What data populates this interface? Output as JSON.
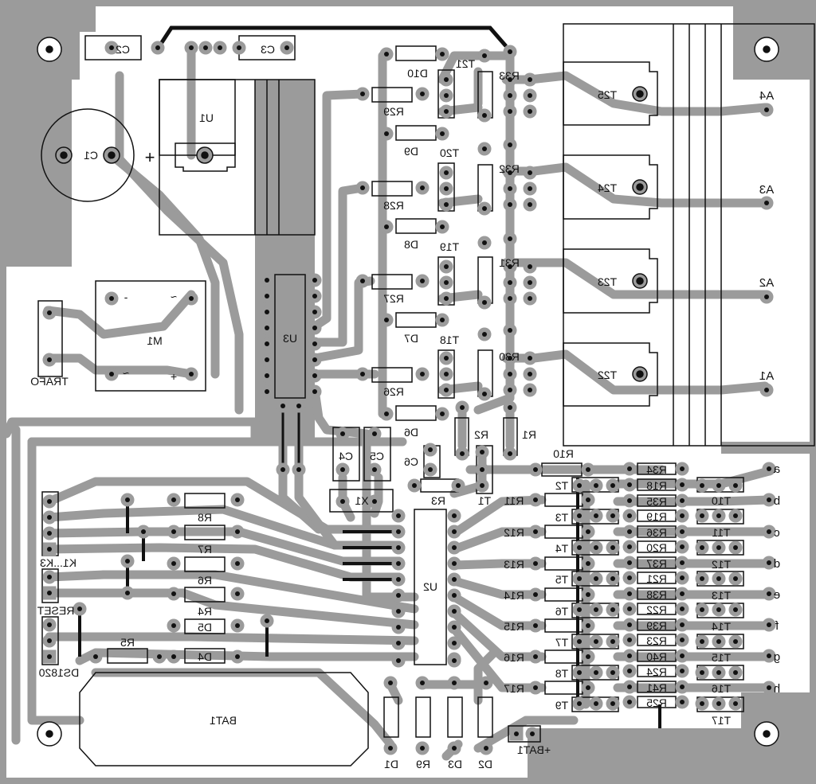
{
  "board": {
    "colors": {
      "copper": "#9b9b9b",
      "board": "#ffffff",
      "silk": "#111111",
      "pad": "#111111"
    }
  },
  "labels": {
    "c2": "C2",
    "c3": "C3",
    "u1": "U1",
    "c1": "C1",
    "plus": "+",
    "m1": "M1",
    "trafo": "TRAFO",
    "u3": "U3",
    "u2": "U2",
    "c4": "C4",
    "c5": "C5",
    "x1": "X1",
    "c6": "C6",
    "r3": "R3",
    "r1": "R1",
    "r2": "R2",
    "t1": "T1",
    "r10": "R10",
    "k1k3": "K1...K3",
    "reset": "RESET",
    "ds1820": "DS1820",
    "r8": "R8",
    "r7": "R7",
    "r6": "R6",
    "r4": "R4",
    "d5": "D5",
    "r5": "R5",
    "d4": "D4",
    "bat1": "BAT1",
    "d1": "D1",
    "r9": "R9",
    "d3": "D3",
    "d2": "D2",
    "bat_plus": "+BAT1",
    "d10": "D10",
    "d9": "D9",
    "d8": "D8",
    "d7": "D7",
    "d6": "D6",
    "r29": "R29",
    "r28": "R28",
    "r27": "R27",
    "r26": "R26",
    "t21": "T21",
    "t20": "T20",
    "t19": "T19",
    "t18": "T18",
    "r33": "R33",
    "r32": "R32",
    "r31": "R31",
    "r30": "R30",
    "t25": "T25",
    "t24": "T24",
    "t23": "T23",
    "t22": "T22",
    "a4": "A4",
    "a3": "A3",
    "a2": "A2",
    "a1": "A1",
    "m_minus": "-",
    "m_tilde1": "~",
    "m_tilde2": "~",
    "m_plus": "+"
  },
  "driver_rows": {
    "base_resistors": [
      "R11",
      "R12",
      "R13",
      "R14",
      "R15",
      "R16",
      "R17"
    ],
    "transistors": [
      "T2",
      "T3",
      "T4",
      "T5",
      "T6",
      "T7",
      "T8",
      "T9"
    ],
    "left_resistors": [
      "R34",
      "R18",
      "R35",
      "R19",
      "R36",
      "R20",
      "R37",
      "R21",
      "R38",
      "R22",
      "R39",
      "R23",
      "R40",
      "R24",
      "R41",
      "R25"
    ],
    "right_transistors": [
      "T10",
      "T11",
      "T12",
      "T13",
      "T14",
      "T15",
      "T16",
      "T17"
    ],
    "outputs": [
      "a",
      "b",
      "c",
      "d",
      "e",
      "f",
      "g",
      "h"
    ]
  }
}
